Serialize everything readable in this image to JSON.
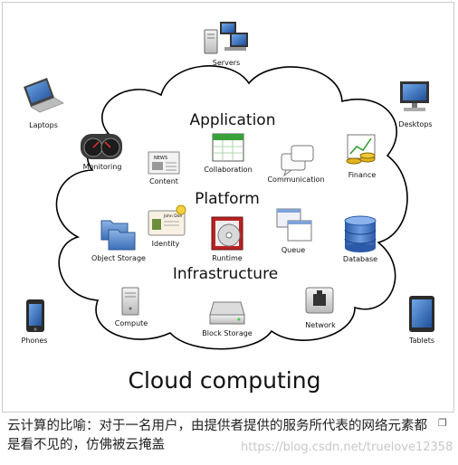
{
  "diagram": {
    "title": "Cloud computing",
    "sections": {
      "application": "Application",
      "platform": "Platform",
      "infrastructure": "Infrastructure"
    },
    "outside_nodes": {
      "servers": "Servers",
      "laptops": "Laptops",
      "desktops": "Desktops",
      "phones": "Phones",
      "tablets": "Tablets"
    },
    "app_nodes": {
      "monitoring": "Monitoring",
      "content": "Content",
      "collaboration": "Collaboration",
      "communication": "Communication",
      "finance": "Finance"
    },
    "platform_nodes": {
      "object_storage": "Object Storage",
      "identity": "Identity",
      "runtime": "Runtime",
      "queue": "Queue",
      "database": "Database"
    },
    "infra_nodes": {
      "compute": "Compute",
      "block_storage": "Block Storage",
      "network": "Network"
    },
    "icon_text": {
      "news": "NEWS",
      "id_card": "John Doe"
    }
  },
  "caption": {
    "text": "云计算的比喻：对于一名用户，由提供者提供的服务所代表的网络元素都是看不见的，仿佛被云掩盖",
    "watermark": "https://blog.csdn.net/truelove12358"
  },
  "colors": {
    "cloud_stroke": "#000000",
    "border": "#c8ccd1",
    "watermark": "#c8c8c8"
  }
}
